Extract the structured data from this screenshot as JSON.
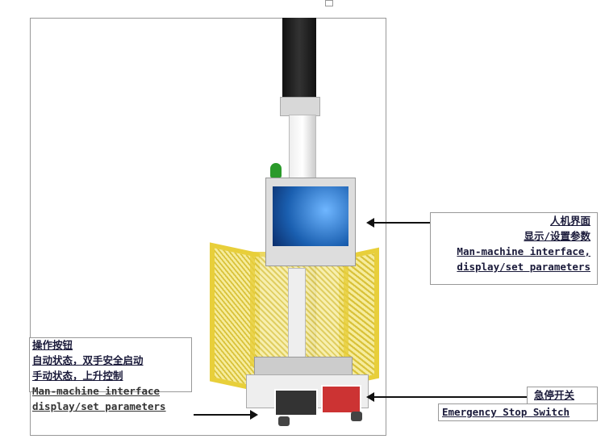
{
  "hmi_label": {
    "zh_1": "人机界面",
    "zh_2": "显示/设置参数",
    "en_1": "Man-machine interface,",
    "en_2": "display/set parameters"
  },
  "buttons_label": {
    "zh_1": "操作按钮",
    "zh_2": "自动状态，双手安全启动",
    "zh_3": "手动状态，上升控制",
    "en_1": "Man-machine interface",
    "en_2": "display/set parameters"
  },
  "estop_label": {
    "zh": "急停开关",
    "en": "Emergency Stop Switch"
  },
  "colors": {
    "cage": "#e8cf3a",
    "screen": "#1a5fb0",
    "lamp": "#2a9a2a"
  }
}
